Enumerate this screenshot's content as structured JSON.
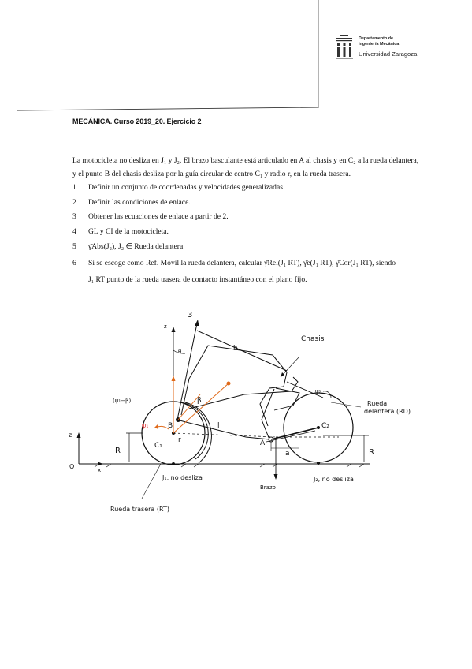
{
  "header": {
    "dept_line1": "Departamento de",
    "dept_line2": "Ingeniería Mecánica",
    "university": "Universidad Zaragoza"
  },
  "title": "MECÁNICA. Curso 2019_20. Ejercicio 2",
  "intro": "La motocicleta no desliza en J₁ y J₂. El brazo basculante está articulado en A al chasis y en C₂ a la rueda delantera, y el punto B del chasis desliza por la guía circular de centro C₁ y radio r, en la rueda trasera.",
  "items": [
    {
      "num": "1",
      "text": "Definir un conjunto de coordenadas y velocidades generalizadas."
    },
    {
      "num": "2",
      "text": "Definir las condiciones de enlace."
    },
    {
      "num": "3",
      "text": "Obtener las ecuaciones de enlace a partir de 2."
    },
    {
      "num": "4",
      "text": "GL y CI de la motocicleta."
    },
    {
      "num": "5",
      "text": "γ̄Abs(J₂), J₂ ∈ Rueda delantera"
    },
    {
      "num": "6",
      "text": "Si se escoge como Ref. Móvil la rueda delantera, calcular γ̄Rel(J₁ RT), γ̄e(J₁ RT), γ̄Cor(J₁ RT), siendo",
      "cont": "J₁ RT  punto de la rueda trasera de contacto instantáneo con el plano fijo."
    }
  ],
  "diagram": {
    "z_label": "z",
    "x_label": "x",
    "origin": "O",
    "r_left": "R",
    "r_right": "R",
    "c1": "C₁",
    "c2": "C₂",
    "b_point": "B",
    "a_point": "A",
    "r_small": "r",
    "l_label": "l",
    "a_label": "a",
    "b_label": "b",
    "beta": "β",
    "theta": "θ",
    "psi1": "ψ₁",
    "psi2": "ψ₂",
    "psi1_minus_beta": "(ψ₁−β)",
    "three": "3",
    "chasis": "Chasis",
    "rueda_delantera_1": "Rueda",
    "rueda_delantera_2": "delantera (RD)",
    "rueda_trasera": "Rueda trasera (RT)",
    "brazo": "Brazo",
    "j1": "J₁, no desliza",
    "j2": "J₂, no desliza"
  }
}
